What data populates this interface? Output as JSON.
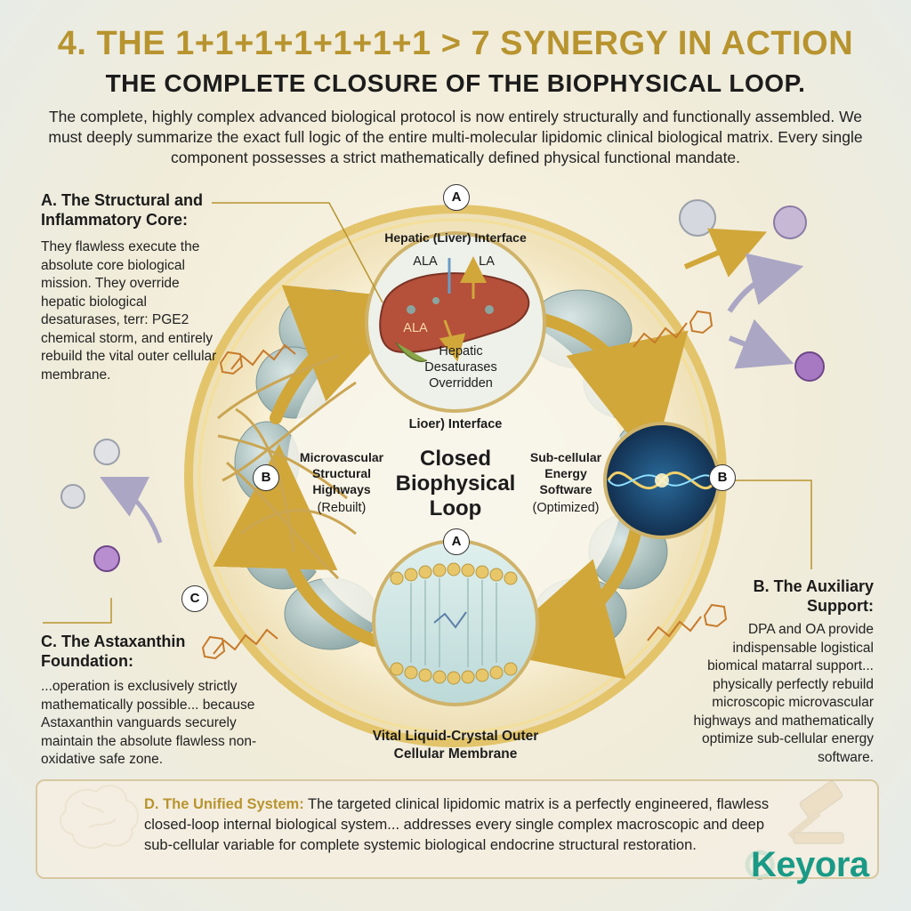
{
  "header": {
    "title": "4. THE 1+1+1+1+1+1+1 > 7 SYNERGY IN ACTION",
    "subtitle": "THE COMPLETE CLOSURE OF THE BIOPHYSICAL LOOP.",
    "intro": "The complete, highly complex advanced biological protocol is now entirely structurally and functionally assembled. We must deeply summarize the exact full logic of the entire multi-molecular lipidomic clinical biological matrix. Every single component possesses a strict mathematically defined physical functional mandate."
  },
  "section_a": {
    "heading": "A. The Structural and Inflammatory Core:",
    "body": "They flawless execute the absolute core biological mission. They override hepatic biological desaturases, terr: PGE2 chemical storm, and entirely rebuild the vital outer cellular membrane."
  },
  "section_b": {
    "heading": "B. The Auxiliary Support:",
    "body": "DPA and OA provide indispensable logistical biomical matarral support... physically perfectly rebuild microscopic microvascular highways and mathematically optimize sub-cellular energy software."
  },
  "section_c": {
    "heading": "C. The Astaxanthin Foundation:",
    "body": "...operation is exclusively strictly mathematically possible... because Astaxanthin vanguards securely maintain the absolute flawless non-oxidative safe zone."
  },
  "section_d": {
    "heading": "D. The Unified System:",
    "body": " The targeted clinical lipidomic matrix is a perfectly engineered, flawless closed-loop internal biological system... addresses every single complex macroscopic and deep sub-cellular variable for complete systemic biological endocrine structural restoration."
  },
  "diagram": {
    "hepatic_title": "Hepatic (Liver) Interface",
    "label_ala_top": "ALA",
    "label_la": "LA",
    "label_ala_liver": "ALA",
    "hepatic_note": "Hepatic Desaturases Overridden",
    "lower_interface": "Lioer) Interface",
    "center": "Closed Biophysical Loop",
    "left_label": "Microvascular Structural Highways",
    "left_note": "(Rebuilt)",
    "right_label": "Sub-cellular Energy Software",
    "right_note": "(Optimized)",
    "membrane_label": "Vital Liquid-Crystal Outer Cellular Membrane",
    "badge_a": "A",
    "badge_b": "B",
    "badge_c": "C"
  },
  "brand": "Keyora",
  "colors": {
    "gold": "#b8942f",
    "teal_brand": "#1a9a86",
    "liver": "#b5503a"
  },
  "icons": [
    "brain-icon",
    "gavel-icon",
    "virus-icon",
    "molecule-chain-icon",
    "liver-icon"
  ]
}
